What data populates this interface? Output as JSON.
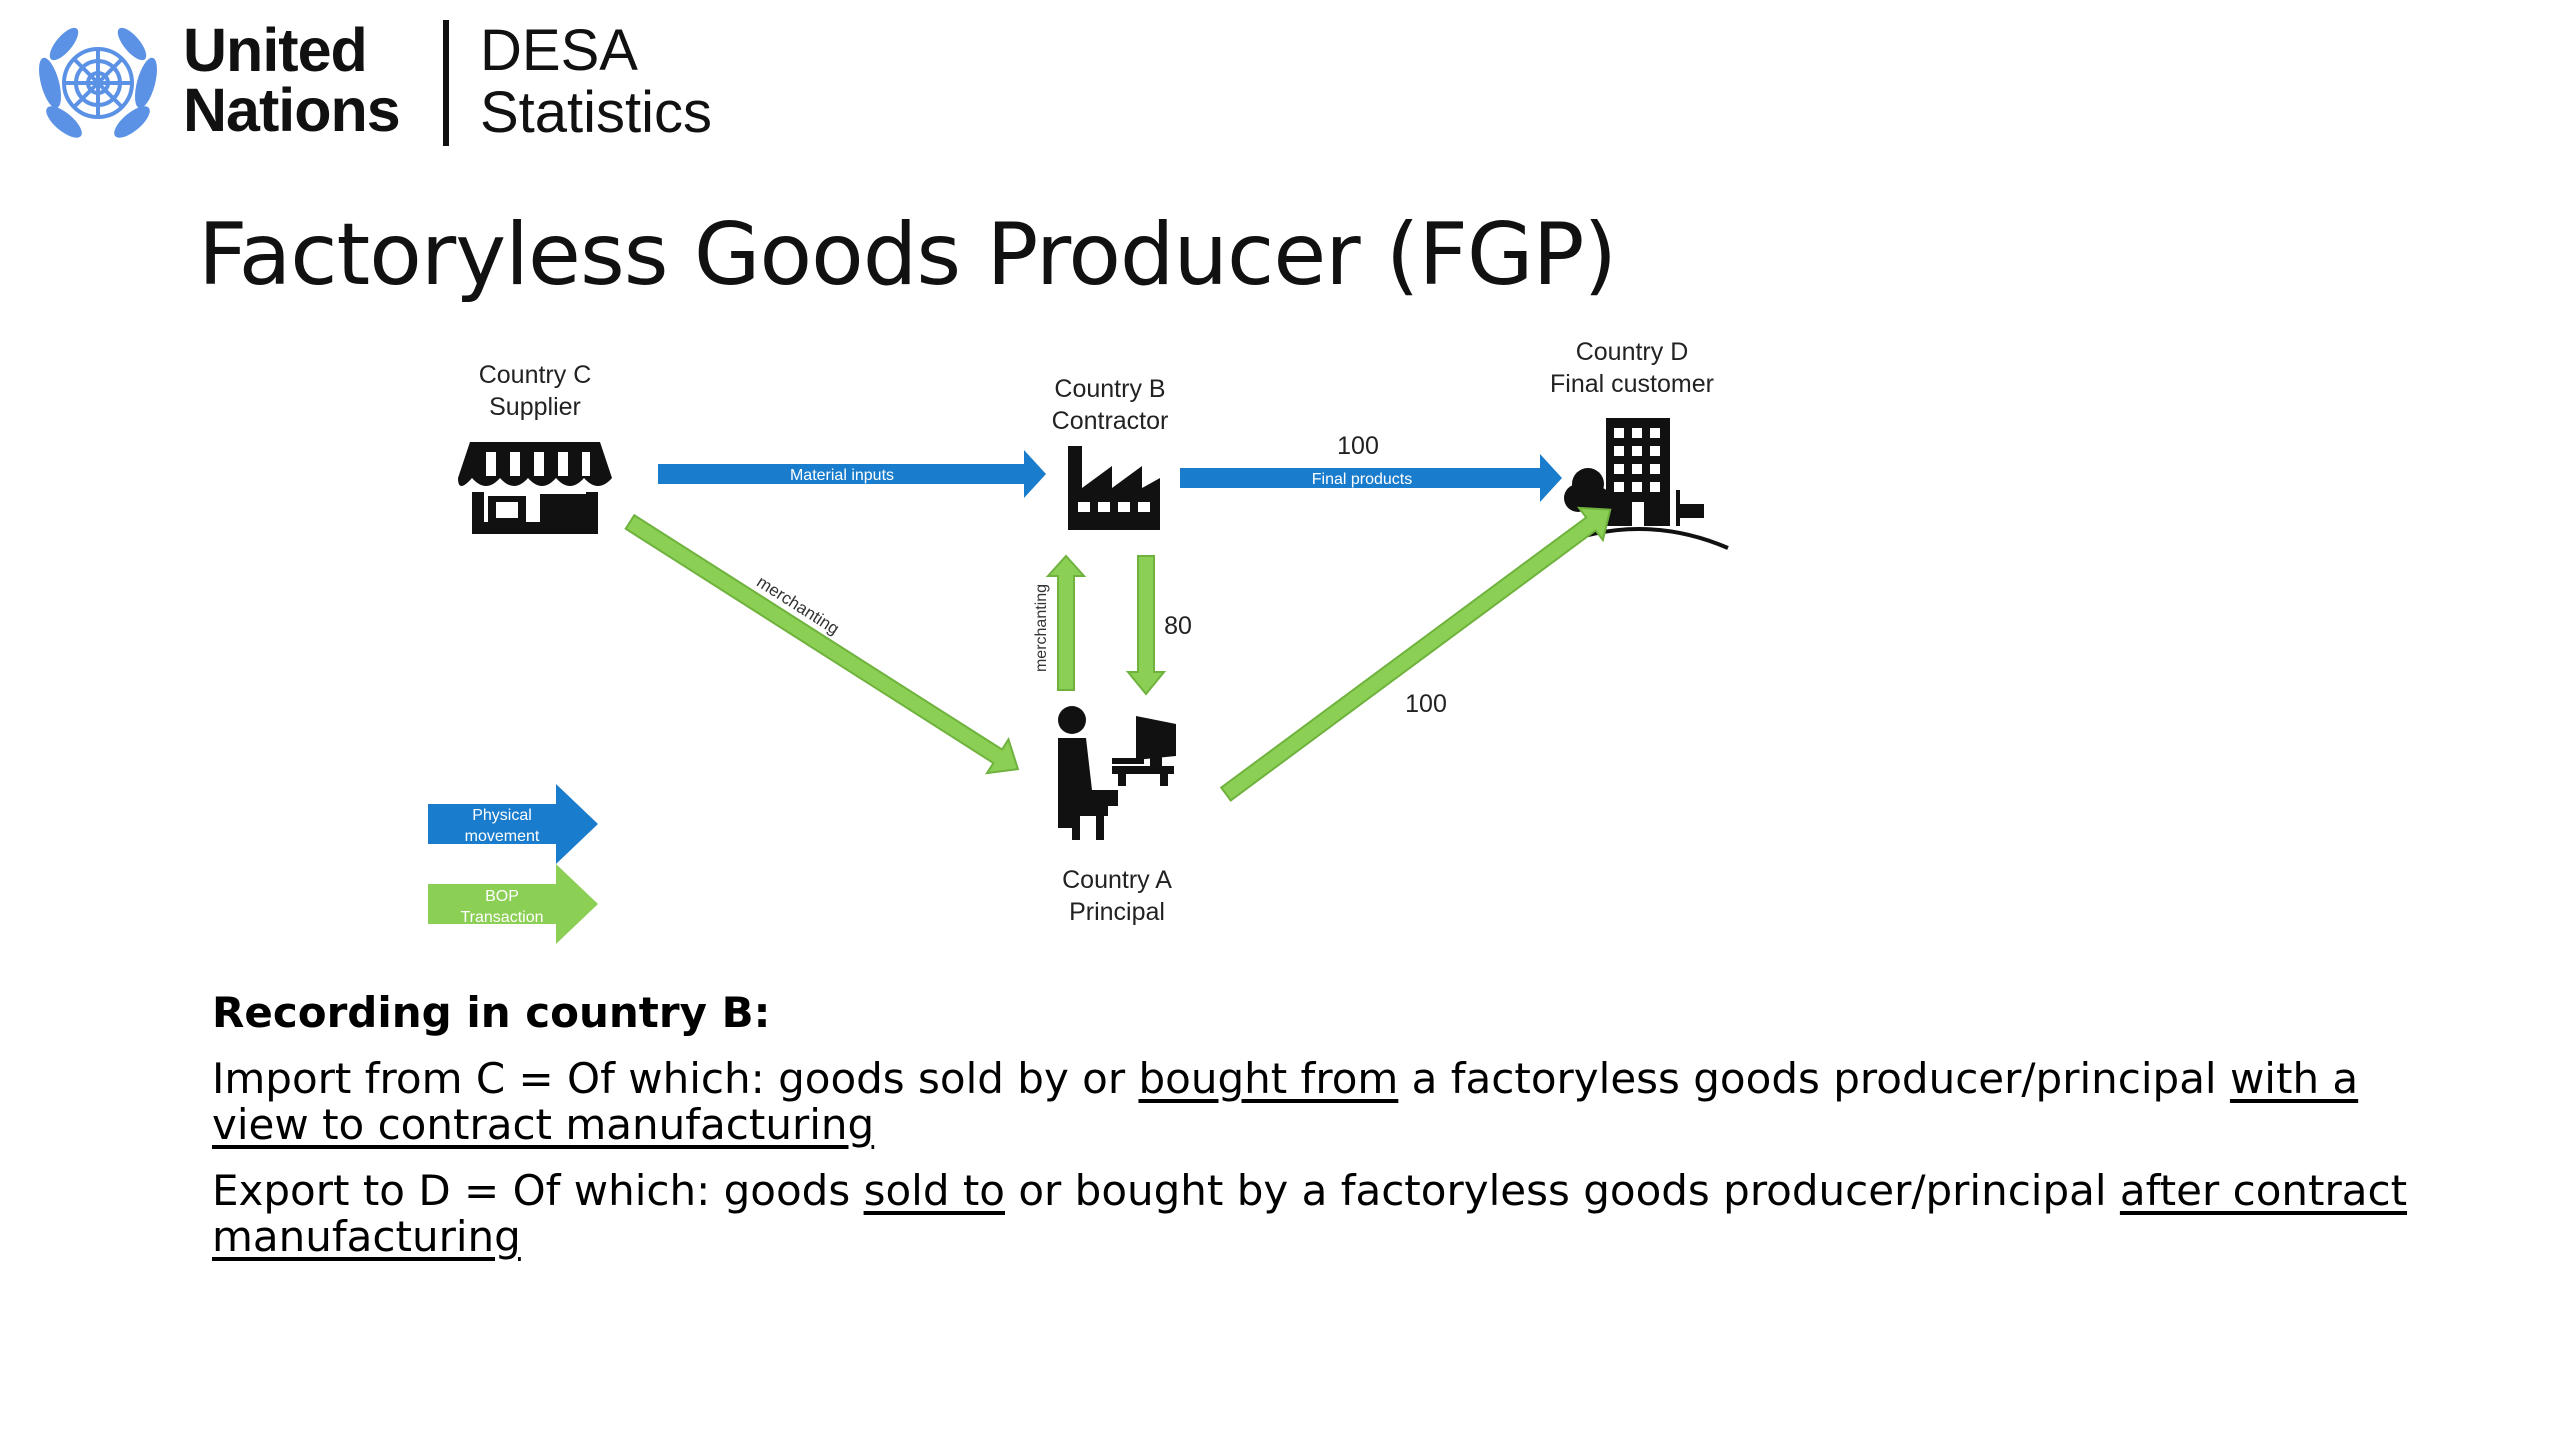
{
  "logo": {
    "line1": "United",
    "line2": "Nations",
    "desa_line1": "DESA",
    "desa_line2": "Statistics"
  },
  "title": "Factoryless Goods Producer (FGP)",
  "nodes": {
    "country_c": {
      "line1": "Country C",
      "line2": "Supplier",
      "icon": "store-icon"
    },
    "country_b": {
      "line1": "Country B",
      "line2": "Contractor",
      "icon": "factory-icon"
    },
    "country_d": {
      "line1": "Country D",
      "line2": "Final customer",
      "icon": "city-building-icon"
    },
    "country_a": {
      "line1": "Country A",
      "line2": "Principal",
      "icon": "person-at-computer-icon"
    }
  },
  "flows": {
    "material_inputs": "Material inputs",
    "final_products": "Final products",
    "final_products_value": "100",
    "merchanting_diag": "merchanting",
    "merchanting_vert": "merchanting",
    "b_to_a_value": "80",
    "a_to_d_value": "100"
  },
  "legend": {
    "physical_line1": "Physical",
    "physical_line2": "movement",
    "bop_line1": "BOP",
    "bop_line2": "Transaction"
  },
  "colors": {
    "physical": "#1a7ccc",
    "bop": "#8ccf55",
    "bop_stroke": "#6fb23d"
  },
  "recording": {
    "heading": "Recording in country B:",
    "p1": {
      "part1": "Import from C = Of which: goods sold by or ",
      "u1": "bought from",
      "part2": " a factoryless goods producer/principal ",
      "u2": "with a view to contract manufacturing"
    },
    "p2": {
      "part1": "Export to D = Of which: goods ",
      "u1": "sold to",
      "part2": " or bought by a factoryless goods producer/principal ",
      "u2": "after contract manufacturing"
    }
  }
}
